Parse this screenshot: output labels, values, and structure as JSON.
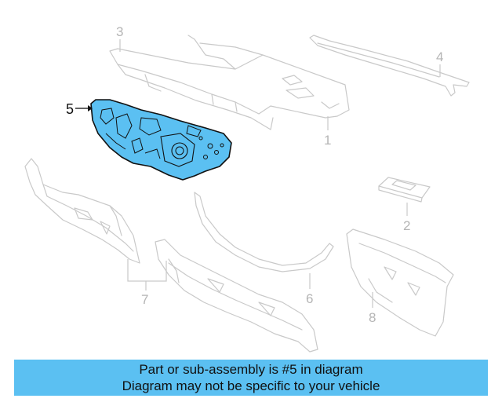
{
  "diagram": {
    "highlight_color": "#5bc0f2",
    "ghost_color": "#c9c9c9",
    "highlighted_part": "5",
    "callouts": [
      "1",
      "2",
      "3",
      "4",
      "5",
      "6",
      "7",
      "8"
    ]
  },
  "caption": {
    "line1": "Part or sub-assembly is #5 in diagram",
    "line2": "Diagram may not be specific to your vehicle",
    "background": "#5bc0f2"
  }
}
